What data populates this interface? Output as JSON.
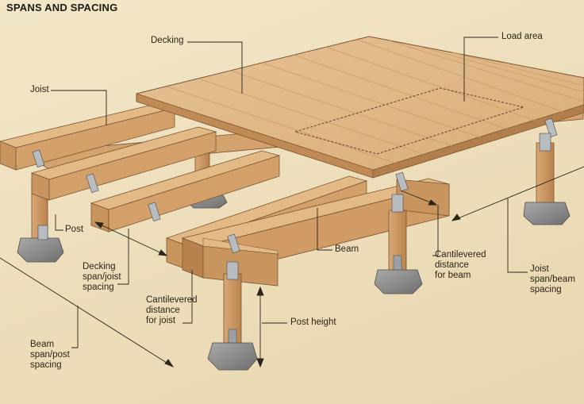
{
  "title": "SPANS AND SPACING",
  "labels": {
    "decking": "Decking",
    "load_area": "Load area",
    "joist": "Joist",
    "post": "Post",
    "beam": "Beam",
    "decking_span_line1": "Decking",
    "decking_span_line2": "span/joist",
    "decking_span_line3": "spacing",
    "cant_beam_line1": "Cantilevered",
    "cant_beam_line2": "distance",
    "cant_beam_line3": "for beam",
    "joist_span_line1": "Joist",
    "joist_span_line2": "span/beam",
    "joist_span_line3": "spacing",
    "cant_joist_line1": "Cantilevered",
    "cant_joist_line2": "distance",
    "cant_joist_line3": "for joist",
    "post_height": "Post height",
    "beam_span_line1": "Beam",
    "beam_span_line2": "span/post",
    "beam_span_line3": "spacing"
  },
  "colors": {
    "background": "#efe2c2",
    "wood_top": "#e2b985",
    "wood_side": "#c9955f",
    "wood_dark": "#a8754a",
    "concrete": "#8f8f8f",
    "line": "#2b2418"
  }
}
